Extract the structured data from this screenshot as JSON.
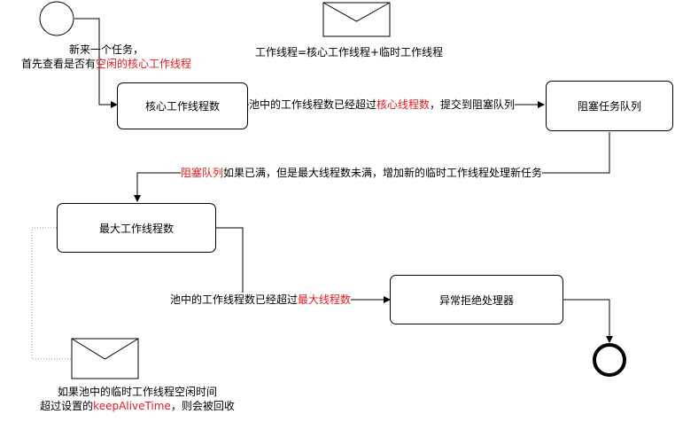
{
  "nodes": {
    "core_threads": "核心工作线程数",
    "blocking_queue": "阻塞任务队列",
    "max_threads": "最大工作线程数",
    "rejection_handler": "异常拒绝处理器"
  },
  "notes": {
    "start_line1": "新来一个任务，",
    "start_line2_a": "首先查看是否有",
    "start_line2_b": "空闲的核心工作线程",
    "formula": "工作线程=核心工作线程+临时工作线程",
    "keepalive_line1": "如果池中的临时工作线程空闲时间",
    "keepalive_line2_a": "超过设置的",
    "keepalive_line2_b": "keepAliveTime",
    "keepalive_line2_c": "，则会被回收"
  },
  "edges": {
    "core_to_queue_a": "池中的工作线程数已经超过",
    "core_to_queue_b": "核心线程数",
    "core_to_queue_c": "，提交到阻塞队列",
    "queue_to_max_a": "阻塞队列",
    "queue_to_max_b": "如果已满，但是最大线程数未满，增加新的临时工作线程处理新任务",
    "max_to_reject_a": "池中的工作线程数已经超过",
    "max_to_reject_b": "最大线程数"
  },
  "colors": {
    "highlight": "#e6191e",
    "line": "#000000",
    "dotted": "#999999"
  }
}
